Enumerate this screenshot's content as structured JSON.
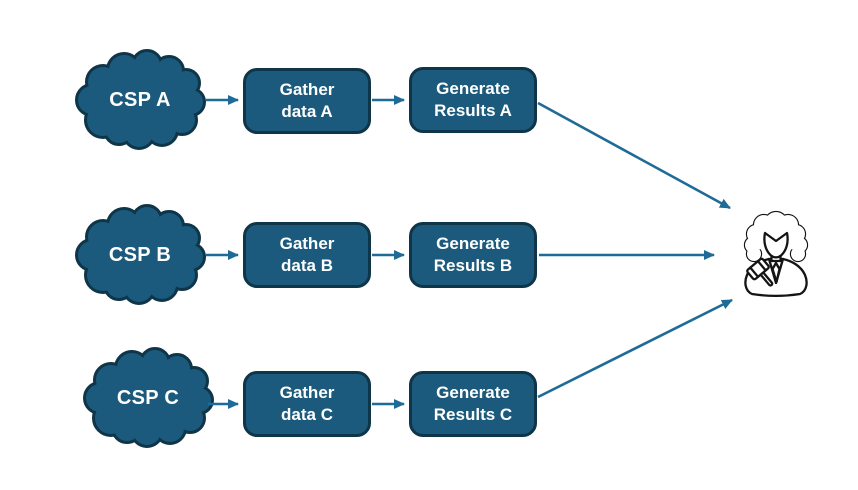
{
  "diagram": {
    "rows": [
      {
        "cloud_label": "CSP A",
        "gather": {
          "line1": "Gather",
          "line2": "data A"
        },
        "generate": {
          "line1": "Generate",
          "line2": "Results A"
        }
      },
      {
        "cloud_label": "CSP B",
        "gather": {
          "line1": "Gather",
          "line2": "data B"
        },
        "generate": {
          "line1": "Generate",
          "line2": "Results B"
        }
      },
      {
        "cloud_label": "CSP C",
        "gather": {
          "line1": "Gather",
          "line2": "data C"
        },
        "generate": {
          "line1": "Generate",
          "line2": "Results C"
        }
      }
    ],
    "sink_icon": "judge-auditor-with-gavel",
    "colors": {
      "node_fill": "#1B5A7D",
      "node_border": "#0F3549",
      "arrow": "#1F6B97",
      "node_text": "#FFFFFF",
      "icon_stroke": "#141414",
      "background": "#FFFFFF"
    }
  }
}
